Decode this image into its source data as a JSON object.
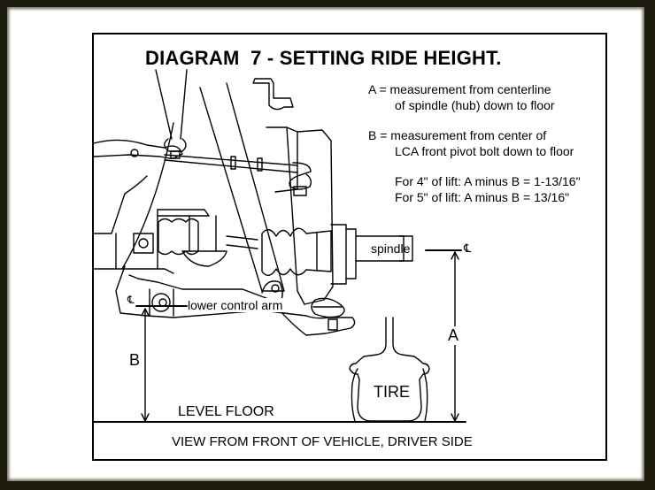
{
  "diagram": {
    "title": "DIAGRAM  7 - SETTING RIDE HEIGHT.",
    "notes": {
      "a_line1": "A = measurement from centerline",
      "a_line2": "of spindle (hub) down to floor",
      "b_line1": "B = measurement from center of",
      "b_line2": "LCA front pivot bolt down to floor",
      "lift_4": "For 4\" of lift: A minus B = 1-13/16\"",
      "lift_5": "For 5\" of lift: A minus B = 13/16\""
    },
    "labels": {
      "spindle": "spindle",
      "lower_control_arm": "lower control arm",
      "tire": "TIRE",
      "level_floor": "LEVEL FLOOR",
      "dim_a": "A",
      "dim_b": "B",
      "centerline_a": "℄",
      "centerline_b": "℄"
    },
    "caption": "VIEW FROM FRONT OF VEHICLE, DRIVER SIDE"
  },
  "colors": {
    "outer_frame": "#1c1a0c",
    "paper": "#ffffff",
    "ink": "#000000"
  }
}
